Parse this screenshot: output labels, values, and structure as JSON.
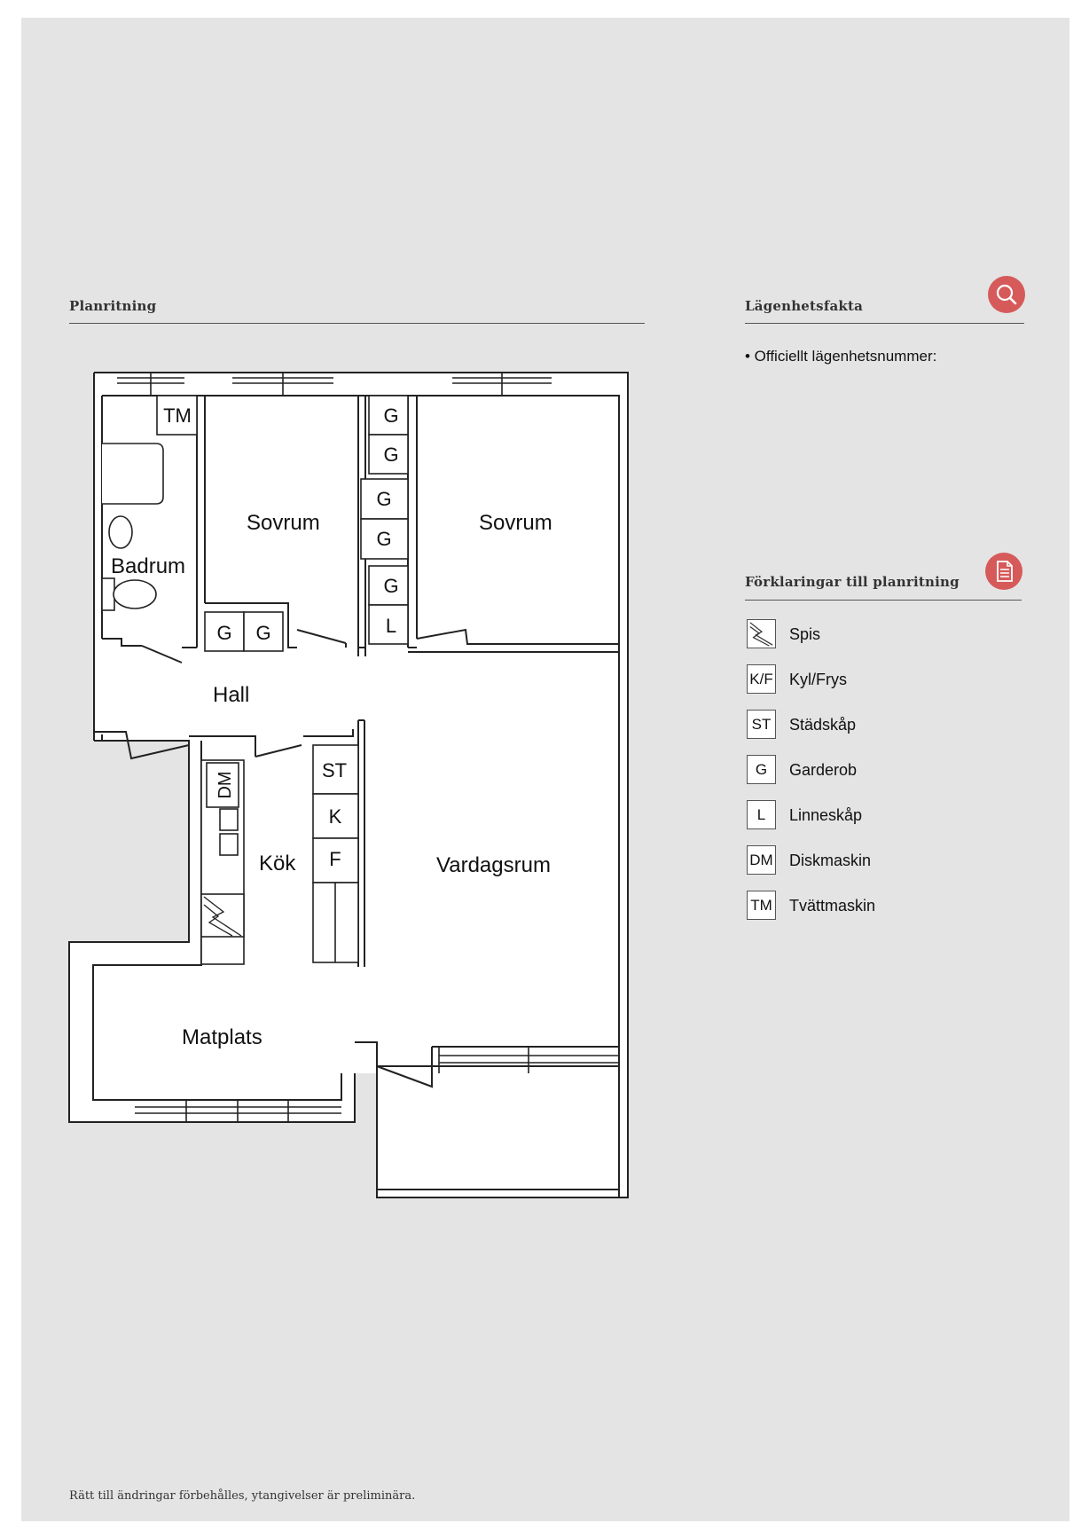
{
  "plan": {
    "heading": "Planritning",
    "rooms": {
      "badrum": "Badrum",
      "sovrum_left": "Sovrum",
      "sovrum_right": "Sovrum",
      "hall": "Hall",
      "kok": "Kök",
      "vardagsrum": "Vardagsrum",
      "matplats": "Matplats"
    },
    "fixtures": {
      "tm": "TM",
      "g1": "G",
      "g2": "G",
      "g3": "G",
      "g4": "G",
      "g5": "G",
      "g6": "G",
      "g7": "G",
      "l": "L",
      "dm": "DM",
      "st": "ST",
      "k": "K",
      "f": "F"
    }
  },
  "facts": {
    "heading": "Lägenhetsfakta",
    "icon": "search-icon",
    "items": [
      "• Officiellt lägenhetsnummer:"
    ]
  },
  "legend": {
    "heading": "Förklaringar till planritning",
    "icon": "document-icon",
    "items": [
      {
        "code": "",
        "label": "Spis"
      },
      {
        "code": "K/F",
        "label": "Kyl/Frys"
      },
      {
        "code": "ST",
        "label": "Städskåp"
      },
      {
        "code": "G",
        "label": "Garderob"
      },
      {
        "code": "L",
        "label": "Linneskåp"
      },
      {
        "code": "DM",
        "label": "Diskmaskin"
      },
      {
        "code": "TM",
        "label": "Tvättmaskin"
      }
    ]
  },
  "footer": "Rätt till ändringar förbehålles, ytangivelser är preliminära.",
  "colors": {
    "accent": "#d65a5a",
    "background": "#e4e4e4"
  }
}
